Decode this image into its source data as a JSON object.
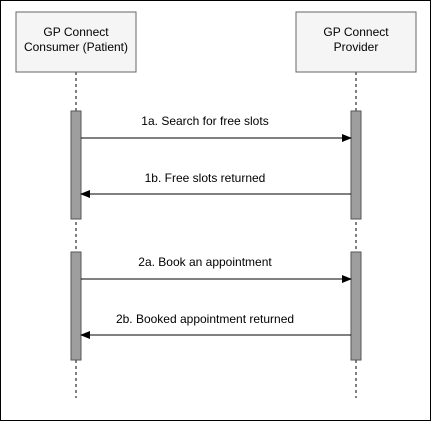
{
  "colors": {
    "background": "#ffffff",
    "border": "#000000",
    "participant_fill": "#f5f5f5",
    "participant_stroke": "#666666",
    "activation_fill": "#9e9e9e",
    "activation_stroke": "#555555",
    "lifeline": "#000000",
    "arrow": "#000000"
  },
  "participants": {
    "consumer": {
      "line1": "GP Connect",
      "line2": "Consumer (Patient)"
    },
    "provider": {
      "line1": "GP Connect",
      "line2": "Provider"
    }
  },
  "messages": {
    "m1a": {
      "label": "1a. Search for free slots",
      "from": "consumer",
      "to": "provider"
    },
    "m1b": {
      "label": "1b. Free slots returned",
      "from": "provider",
      "to": "consumer"
    },
    "m2a": {
      "label": "2a. Book an appointment",
      "from": "consumer",
      "to": "provider"
    },
    "m2b": {
      "label": "2b. Booked appointment returned",
      "from": "provider",
      "to": "consumer"
    }
  }
}
